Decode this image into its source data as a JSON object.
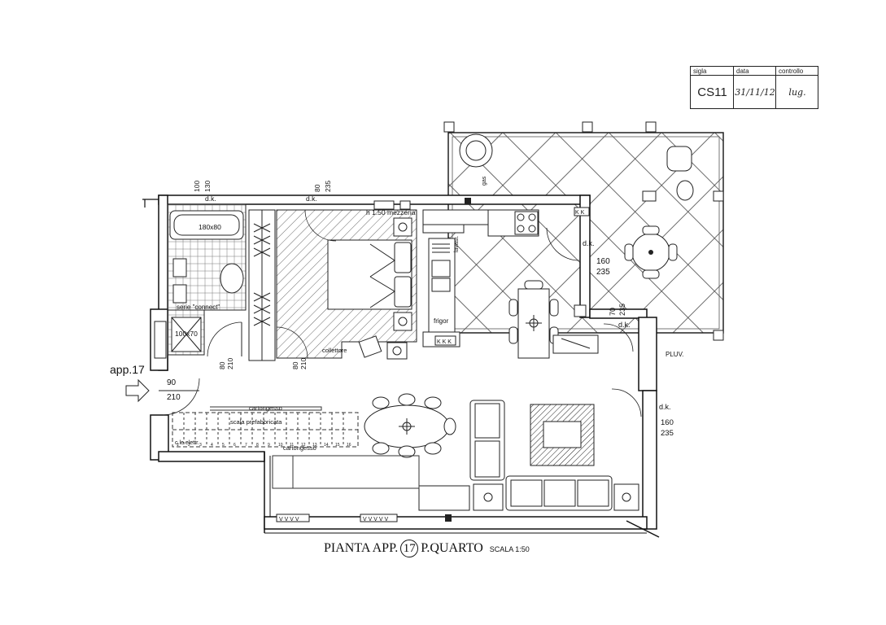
{
  "title_block": {
    "headers": {
      "sigla": "sigla",
      "data": "data",
      "controllo": "controllo"
    },
    "values": {
      "sigla": "CS11",
      "data": "31/11/12",
      "controllo": "lug."
    }
  },
  "title": {
    "prefix": "PIANTA APP.",
    "number": "17",
    "suffix": "P.QUARTO",
    "scale": "SCALA 1:50"
  },
  "labels": {
    "dk_1": "d.k.",
    "dk_2": "d.k.",
    "dk_3": "d.k.",
    "dk_4": "d.k.",
    "dk_5": "d.k.",
    "dim_100": "100",
    "dim_130": "130",
    "dim_80_top": "80",
    "dim_235_top": "235",
    "tub": "180x80",
    "mezzeria": "h 1.50 mezzeria",
    "serie": "serie \"connect\"",
    "shower": "100x70",
    "gas": "gas",
    "lavast": "lavast.",
    "frigor": "frigor",
    "kkk": "K K K",
    "kk": "K K",
    "collettore": "collettore",
    "dim_80_bath": "80",
    "dim_210_bath": "210",
    "dim_80_bed": "80",
    "dim_210_bed": "210",
    "dim_160_a": "160",
    "dim_235_a": "235",
    "dim_70": "70",
    "dim_235_b": "235",
    "pluv": "PLUV.",
    "dim_160_b": "160",
    "dim_235_c": "235",
    "app17": "app.17",
    "dim_90": "90",
    "dim_210_entry": "210",
    "cartongesso_1": "cartongesso",
    "scala_pref": "scala prefabbricata",
    "cartongesso_2": "cartongesso",
    "cle_elettr": "c.le elettr.",
    "vvvv_1": "V V V V",
    "vvvvv_2": "V V V V V",
    "steps": [
      "1",
      "2",
      "3",
      "4",
      "5",
      "6",
      "7",
      "8",
      "9",
      "10",
      "11",
      "12",
      "13",
      "14",
      "15",
      "16"
    ]
  }
}
